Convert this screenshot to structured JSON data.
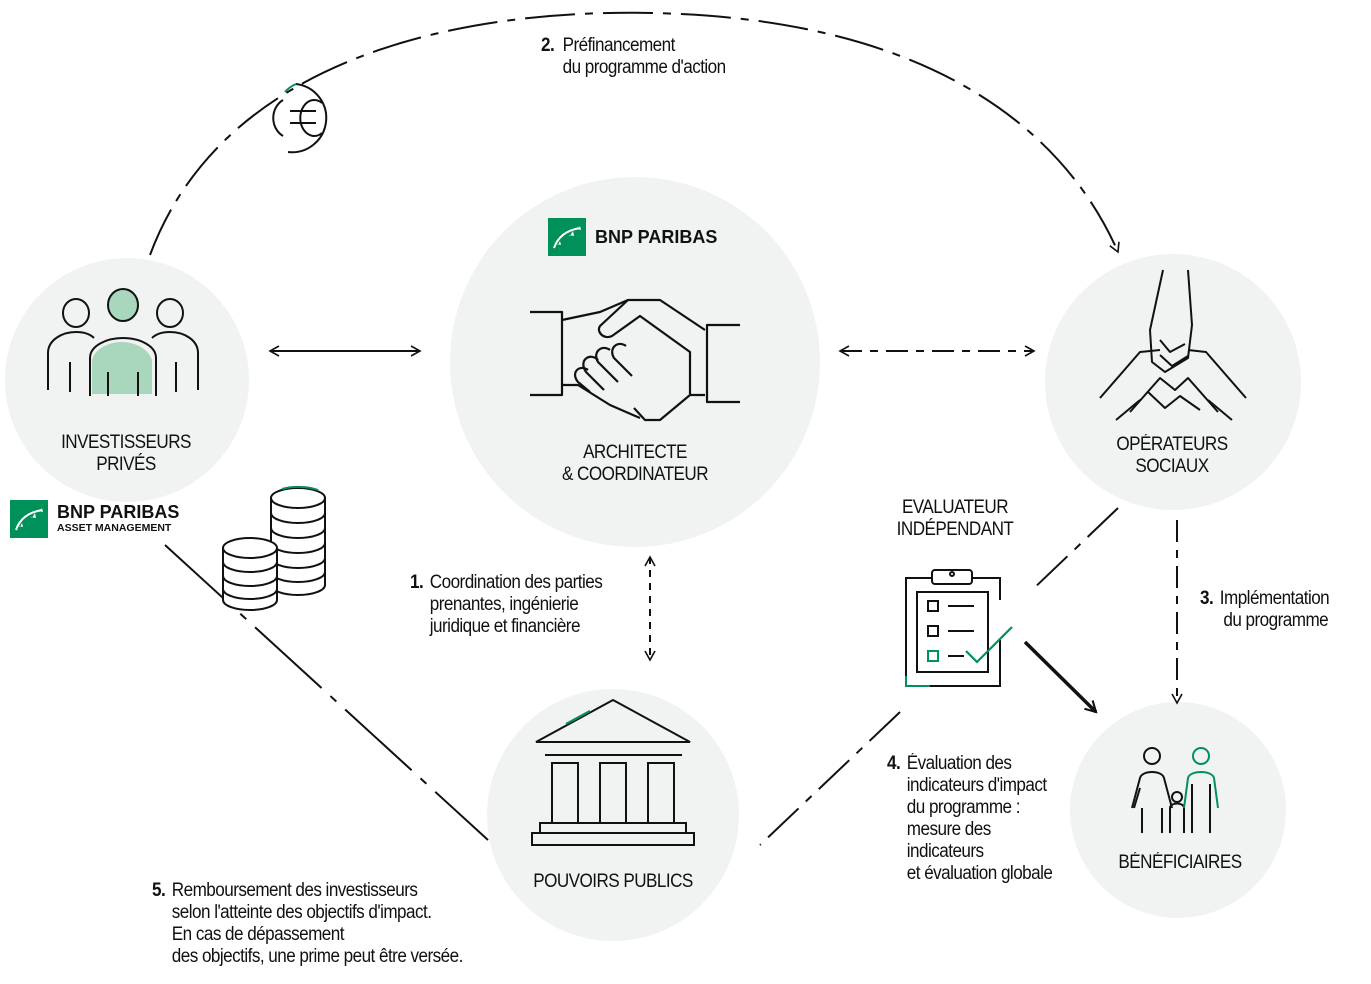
{
  "colors": {
    "accent": "#00915a",
    "accent_light": "#a9d7bd",
    "circle_bg": "#f0f3f1",
    "stroke": "#111111"
  },
  "logos": {
    "coordinator": {
      "brand": "BNP PARIBAS"
    },
    "investors": {
      "brand": "BNP PARIBAS",
      "sub": "ASSET MANAGEMENT"
    }
  },
  "nodes": {
    "investors": {
      "line1": "INVESTISSEURS",
      "line2": "PRIVÉS",
      "icon": "people-group-icon"
    },
    "architect": {
      "line1": "ARCHITECTE",
      "line2": "& COORDINATEUR",
      "icon": "handshake-icon"
    },
    "operators": {
      "line1": "OPÉRATEURS",
      "line2": "SOCIAUX",
      "icon": "hands-together-icon"
    },
    "public": {
      "line1": "POUVOIRS PUBLICS",
      "icon": "government-building-icon"
    },
    "beneficiaries": {
      "line1": "BÉNÉFICIAIRES",
      "icon": "family-icon"
    },
    "evaluator": {
      "line1": "EVALUATEUR",
      "line2": "INDÉPENDANT",
      "icon": "checklist-clipboard-icon"
    }
  },
  "steps": {
    "s1": {
      "num": "1.",
      "lines": [
        "Coordination des parties",
        "prenantes, ingénierie",
        "juridique et financière"
      ]
    },
    "s2": {
      "num": "2.",
      "lines": [
        "Préfinancement",
        "du programme d'action"
      ]
    },
    "s3": {
      "num": "3.",
      "lines": [
        "Implémentation",
        "du programme"
      ]
    },
    "s4": {
      "num": "4.",
      "lines": [
        "Évaluation des",
        "indicateurs d'impact",
        "du programme :",
        "mesure des",
        "indicateurs",
        "et évaluation globale"
      ]
    },
    "s5": {
      "num": "5.",
      "lines": [
        "Remboursement des investisseurs",
        "selon l'atteinte des objectifs d'impact.",
        "En cas de dépassement",
        "des objectifs, une prime peut être versée."
      ]
    }
  },
  "icons": {
    "euro": "euro-coin-icon",
    "coins": "coin-stack-icon"
  }
}
